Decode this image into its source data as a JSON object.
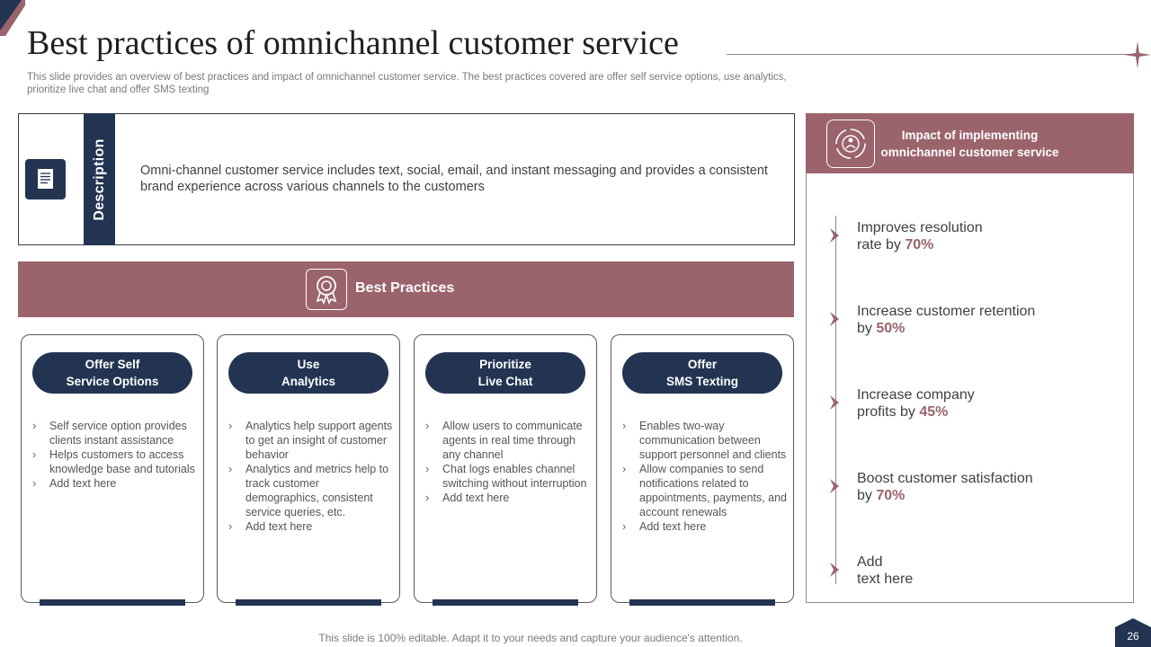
{
  "slide": {
    "title": "Best practices of omnichannel customer service",
    "subtitle": "This slide provides an overview of best practices and impact of omnichannel customer service. The best practices covered are offer self service options, use analytics, prioritize live chat and offer SMS texting",
    "footer": "This slide is 100% editable. Adapt it to your needs and capture your audience's attention.",
    "page_number": "26"
  },
  "description": {
    "label": "Description",
    "text": "Omni-channel customer service includes text, social, email, and instant messaging and provides a consistent brand experience across various channels to the customers"
  },
  "best_practices": {
    "label": "Best Practices",
    "cards": [
      {
        "title_line1": "Offer Self",
        "title_line2": "Service Options",
        "bullets": [
          "Self service option provides clients instant assistance",
          "Helps customers to access knowledge base and tutorials",
          "Add text here"
        ]
      },
      {
        "title_line1": "Use",
        "title_line2": "Analytics",
        "bullets": [
          "Analytics help support agents to get an insight of customer behavior",
          "Analytics and metrics help to track customer demographics, consistent service queries, etc.",
          "Add text here"
        ]
      },
      {
        "title_line1": "Prioritize",
        "title_line2": "Live Chat",
        "bullets": [
          "Allow users to communicate agents in real time through any channel",
          "Chat logs enables channel switching without interruption",
          "Add text here"
        ]
      },
      {
        "title_line1": "Offer",
        "title_line2": "SMS Texting",
        "bullets": [
          "Enables two-way communication between support personnel and clients",
          "Allow companies to send notifications related to appointments, payments, and account renewals",
          "Add text here"
        ]
      }
    ]
  },
  "impact": {
    "title": "Impact of implementing omnichannel customer service",
    "items": [
      {
        "line1": "Improves resolution",
        "line2_prefix": "rate by ",
        "highlight": "70%"
      },
      {
        "line1": "Increase customer retention",
        "line2_prefix": "by ",
        "highlight": "50%"
      },
      {
        "line1": "Increase company",
        "line2_prefix": "profits by ",
        "highlight": "45%"
      },
      {
        "line1": "Boost customer satisfaction",
        "line2_prefix": "by ",
        "highlight": "70%"
      },
      {
        "line1": "Add",
        "line2_prefix": "text here",
        "highlight": ""
      }
    ]
  },
  "colors": {
    "navy": "#223452",
    "mauve": "#9b636b"
  },
  "icons": {
    "description": "document-icon",
    "best_practices": "award-ribbon-icon",
    "impact": "target-people-icon",
    "impact_bullet": "chevron-right-icon",
    "title_decoration": "sparkle-star-icon"
  }
}
